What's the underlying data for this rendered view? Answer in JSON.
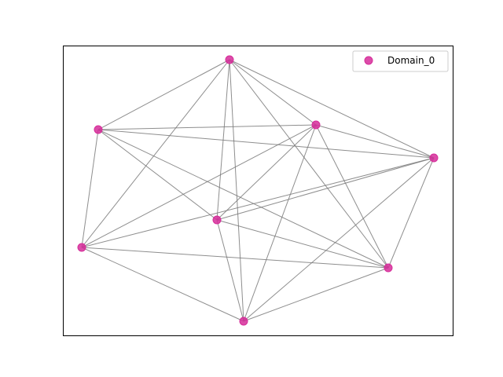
{
  "graph": {
    "legend": {
      "label": "Domain_0",
      "color": "#d62d9a"
    },
    "nodes": [
      {
        "id": "n0"
      },
      {
        "id": "n1"
      },
      {
        "id": "n2"
      },
      {
        "id": "n3"
      },
      {
        "id": "n4"
      },
      {
        "id": "n5"
      },
      {
        "id": "n6"
      },
      {
        "id": "n7"
      }
    ],
    "edges": [
      [
        "n0",
        "n1"
      ],
      [
        "n0",
        "n2"
      ],
      [
        "n0",
        "n3"
      ],
      [
        "n0",
        "n4"
      ],
      [
        "n0",
        "n5"
      ],
      [
        "n0",
        "n6"
      ],
      [
        "n0",
        "n7"
      ],
      [
        "n1",
        "n2"
      ],
      [
        "n1",
        "n3"
      ],
      [
        "n1",
        "n4"
      ],
      [
        "n1",
        "n5"
      ],
      [
        "n1",
        "n6"
      ],
      [
        "n2",
        "n3"
      ],
      [
        "n2",
        "n4"
      ],
      [
        "n2",
        "n5"
      ],
      [
        "n2",
        "n6"
      ],
      [
        "n2",
        "n7"
      ],
      [
        "n3",
        "n4"
      ],
      [
        "n3",
        "n5"
      ],
      [
        "n3",
        "n6"
      ],
      [
        "n3",
        "n7"
      ],
      [
        "n4",
        "n6"
      ],
      [
        "n4",
        "n7"
      ],
      [
        "n5",
        "n6"
      ],
      [
        "n5",
        "n7"
      ],
      [
        "n6",
        "n7"
      ]
    ]
  }
}
